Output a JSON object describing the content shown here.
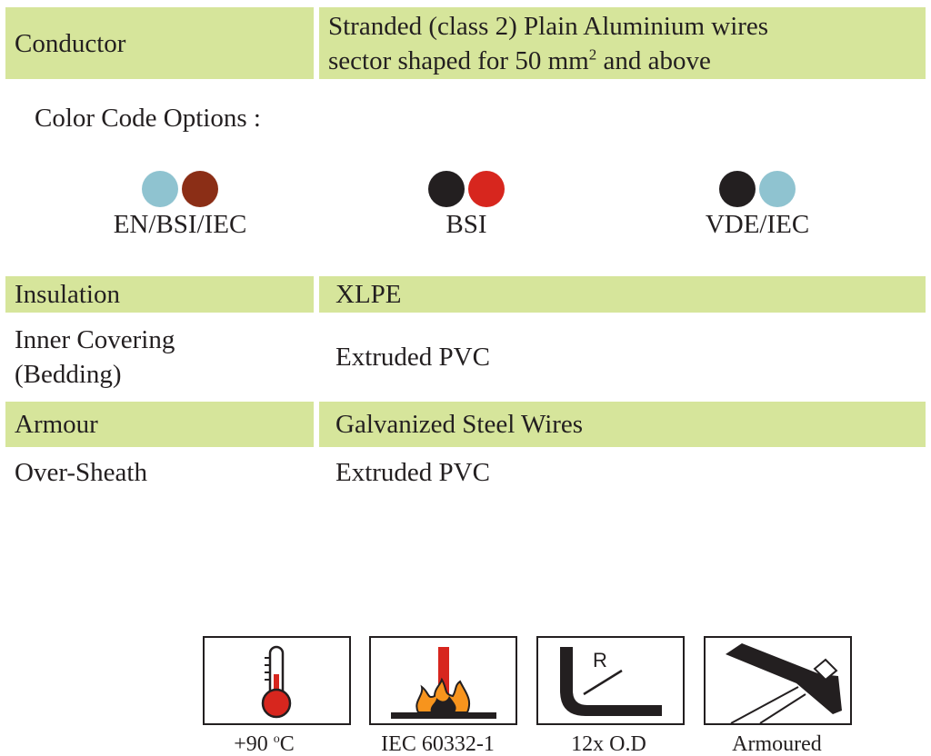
{
  "conductor": {
    "label": "Conductor",
    "value_line1": "Stranded (class 2) Plain Aluminium wires",
    "value_line2_prefix": "sector shaped for 50 mm",
    "value_line2_sup": "2",
    "value_line2_suffix": " and above"
  },
  "color_code": {
    "title": "Color Code Options :",
    "options": [
      {
        "label": "EN/BSI/IEC",
        "colors": [
          "#8fc3d0",
          "#8b2e16"
        ]
      },
      {
        "label": "BSI",
        "colors": [
          "#231f20",
          "#d7261e"
        ]
      },
      {
        "label": "VDE/IEC",
        "colors": [
          "#231f20",
          "#8fc3d0"
        ]
      }
    ]
  },
  "rows": [
    {
      "label": "Insulation",
      "value": "XLPE"
    },
    {
      "label_line1": "Inner Covering",
      "label_line2": "(Bedding)",
      "value": "Extruded PVC"
    },
    {
      "label": "Armour",
      "value": "Galvanized Steel Wires"
    },
    {
      "label": "Over-Sheath",
      "value": "Extruded PVC"
    }
  ],
  "icons": [
    {
      "name": "thermometer-icon",
      "caption_prefix": "+90 ",
      "caption_sup": "o",
      "caption_suffix": "C"
    },
    {
      "name": "flame-test-icon",
      "caption": "IEC 60332-1"
    },
    {
      "name": "bending-radius-icon",
      "glyph": "R",
      "caption": "12x O.D"
    },
    {
      "name": "armoured-icon",
      "caption": "Armoured"
    }
  ],
  "colors": {
    "row_highlight": "#d6e59b",
    "text": "#231f20",
    "red": "#d7261e",
    "flame_orange": "#f7941d"
  }
}
